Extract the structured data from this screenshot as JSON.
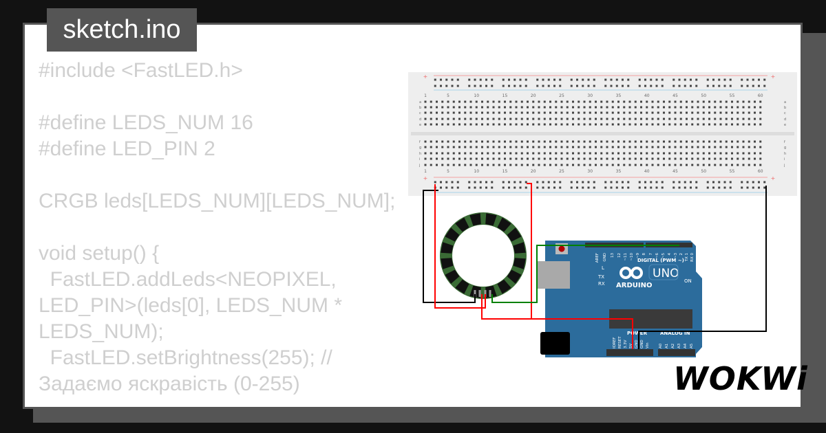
{
  "title": "sketch.ino",
  "code_lines": [
    "#include <FastLED.h>",
    "",
    "#define LEDS_NUM 16",
    "#define LED_PIN 2",
    "",
    "CRGB leds[LEDS_NUM][LEDS_NUM];",
    "",
    "void setup() {",
    "  FastLED.addLeds<NEOPIXEL, LED_PIN>(leds[0], LEDS_NUM * LEDS_NUM);",
    "  FastLED.setBrightness(255); // Задаємо яскравість (0-255)"
  ],
  "breadboard": {
    "column_numbers": [
      "1",
      "5",
      "10",
      "15",
      "20",
      "25",
      "30",
      "35",
      "40",
      "45",
      "50",
      "55",
      "60"
    ],
    "row_letters_top": [
      "a",
      "b",
      "c",
      "d",
      "e"
    ],
    "row_letters_bottom": [
      "f",
      "g",
      "h",
      "i",
      "j"
    ],
    "plus": "+"
  },
  "arduino": {
    "brand": "ARDUINO",
    "model": "UNO",
    "digital_label": "DIGITAL (PWM ~)",
    "power_label": "POWER",
    "analog_label": "ANALOG IN",
    "on_label": "ON",
    "led_labels": [
      "L",
      "TX",
      "RX"
    ],
    "digital_pins": [
      "AREF",
      "GND",
      "13",
      "12",
      "~11",
      "~10",
      "~9",
      "8",
      "7",
      "~6",
      "~5",
      "4",
      "~3",
      "2",
      "TX 1",
      "RX 0"
    ],
    "power_pins": [
      "IOREF",
      "RESET",
      "3.3V",
      "5V",
      "GND",
      "GND",
      "Vin"
    ],
    "analog_pins": [
      "A0",
      "A1",
      "A2",
      "A3",
      "A4",
      "A5"
    ]
  },
  "logo": "WOKWi",
  "colors": {
    "background": "#121212",
    "frame": "#555555",
    "code_text": "#cfcfcf",
    "board": "#2c6c9c",
    "wire_red": "#ff0000",
    "wire_black": "#000000",
    "wire_green": "#008000",
    "ring": "#111111",
    "ring_edge": "#3a6b35"
  }
}
